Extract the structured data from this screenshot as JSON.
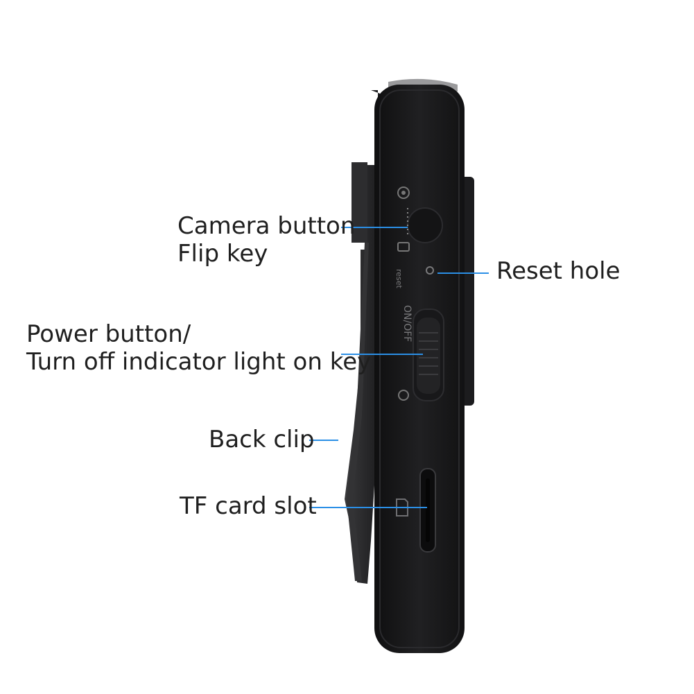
{
  "colors": {
    "leader_line": "#2b8fe6",
    "device_body": "#1b1b1d",
    "device_edge": "#2c2c2f",
    "clip": "#2a2a2c",
    "face_highlight": "#3a3a3d"
  },
  "labels": {
    "camera_button_line1": "Camera button",
    "camera_button_line2": "Flip key",
    "reset_hole": "Reset hole",
    "power_button_line1": "Power button/",
    "power_button_line2": "Turn off indicator light on key",
    "back_clip": "Back clip",
    "tf_card_slot": "TF card slot"
  },
  "device_markings": {
    "reset": "reset",
    "on_off": "ON/OFF"
  },
  "icons": {
    "camera_mode_icon": "camera-icon",
    "record_mode_icon": "record-icon",
    "tf_card_icon": "sd-card-icon"
  }
}
